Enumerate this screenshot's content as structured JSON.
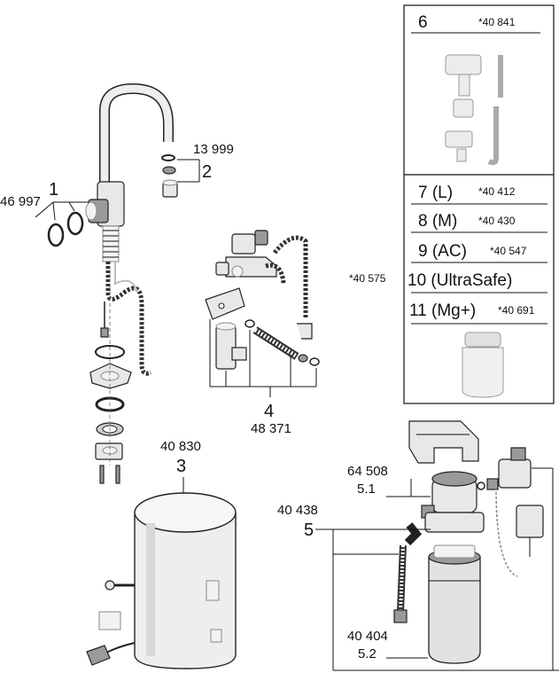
{
  "parts": {
    "p1": {
      "index": "1",
      "number": "46 997"
    },
    "p2": {
      "index": "2",
      "number": "13 999"
    },
    "p3": {
      "index": "3",
      "number": "40 830"
    },
    "p4": {
      "index": "4",
      "number": "48 371"
    },
    "p5": {
      "index": "5",
      "number": "40 438"
    },
    "p5_1": {
      "index": "5.1",
      "number": "64 508"
    },
    "p5_2": {
      "index": "5.2",
      "number": "40 404"
    }
  },
  "panel": {
    "item6": {
      "label": "6",
      "number": "*40 841"
    },
    "filters": [
      {
        "label": "7 (L)",
        "number": "*40 412"
      },
      {
        "label": "8 (M)",
        "number": "*40 430"
      },
      {
        "label": "9 (AC)",
        "number": "*40 547"
      },
      {
        "label": "10 (UltraSafe)",
        "number": ""
      },
      {
        "label": "11 (Mg+)",
        "number": "*40 691"
      }
    ],
    "ultrasafe_number": "*40 575"
  }
}
